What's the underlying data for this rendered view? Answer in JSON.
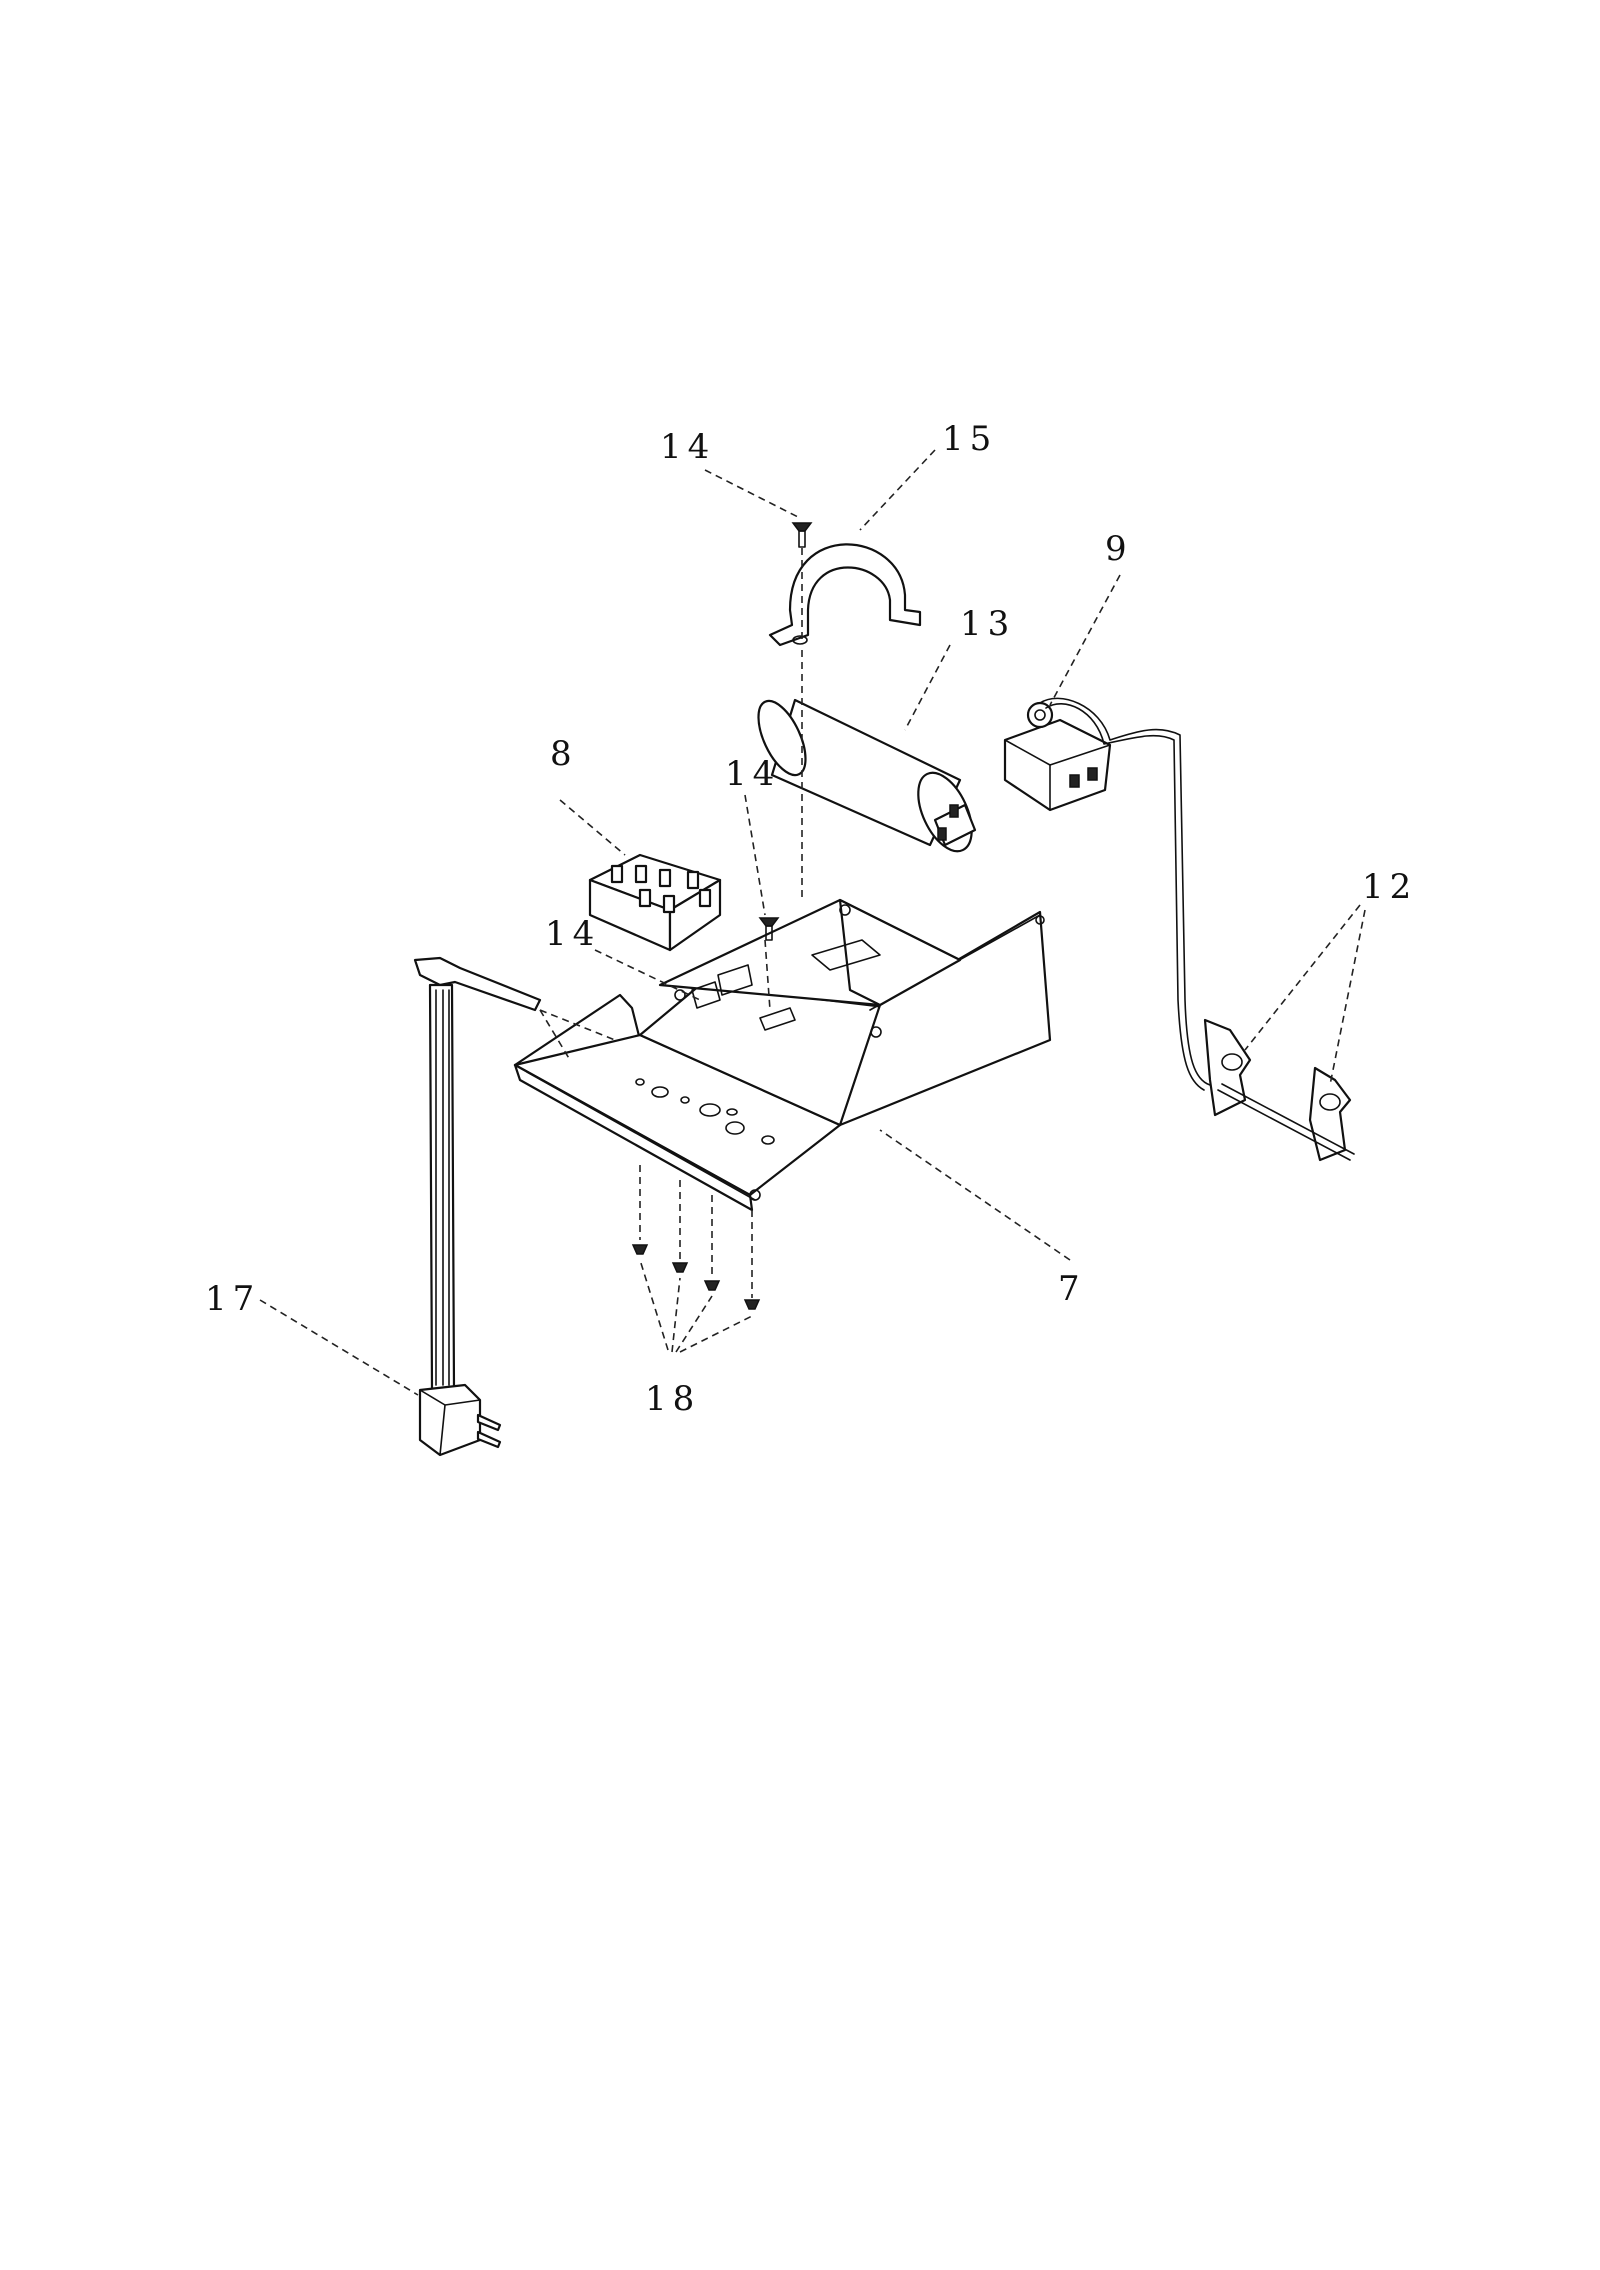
{
  "callouts": {
    "c14_top": "14",
    "c15": "15",
    "c9": "9",
    "c13": "13",
    "c8": "8",
    "c14_mid": "14",
    "c14_left": "14",
    "c12": "12",
    "c17": "17",
    "c7": "7",
    "c18": "18"
  }
}
